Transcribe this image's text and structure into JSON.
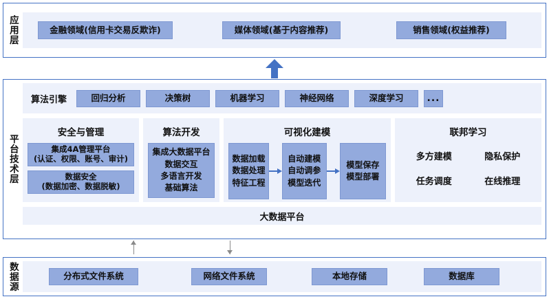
{
  "diagram": {
    "accent_color": "#4472c4",
    "chip_color": "#93aadd",
    "panel_color": "#edf1fb"
  },
  "application_layer": {
    "label": "应用层",
    "chips": [
      {
        "label": "金融领域(信用卡交易反欺诈)"
      },
      {
        "label": "媒体领域(基于内容推荐)"
      },
      {
        "label": "销售领域(权益推荐)"
      }
    ]
  },
  "platform_layer": {
    "label": "平台技术层",
    "algorithm_engine": {
      "title": "算法引擎",
      "items": [
        {
          "label": "回归分析"
        },
        {
          "label": "决策树"
        },
        {
          "label": "机器学习"
        },
        {
          "label": "神经网络"
        },
        {
          "label": "深度学习"
        }
      ],
      "more_label": "..."
    },
    "columns": {
      "security": {
        "title": "安全与管理",
        "chips": [
          {
            "line1": "集成4A管理平台",
            "line2": "(认证、权限、账号、审计)"
          },
          {
            "line1": "数据安全",
            "line2": "(数据加密、数据脱敏)"
          }
        ]
      },
      "algorithm_development": {
        "title": "算法开发",
        "chip": {
          "line1": "集成大数据平台",
          "line2": "数据交互",
          "line3": "多语言开发",
          "line4": "基础算法"
        }
      },
      "visual_modeling": {
        "title": "可视化建模",
        "steps": [
          {
            "line1": "数据加载",
            "line2": "数据处理",
            "line3": "特征工程"
          },
          {
            "line1": "自动建模",
            "line2": "自动调参",
            "line3": "模型迭代"
          },
          {
            "line1": "模型保存",
            "line2": "模型部署",
            "line3": ""
          }
        ]
      },
      "federated_learning": {
        "title": "联邦学习",
        "items": [
          {
            "label": "多方建模"
          },
          {
            "label": "隐私保护"
          },
          {
            "label": "任务调度"
          },
          {
            "label": "在线推理"
          }
        ]
      }
    },
    "big_data_platform": {
      "label": "大数据平台"
    }
  },
  "data_layer": {
    "label": "数据源",
    "chips": [
      {
        "label": "分布式文件系统"
      },
      {
        "label": "网络文件系统"
      },
      {
        "label": "本地存储"
      },
      {
        "label": "数据库"
      }
    ]
  }
}
